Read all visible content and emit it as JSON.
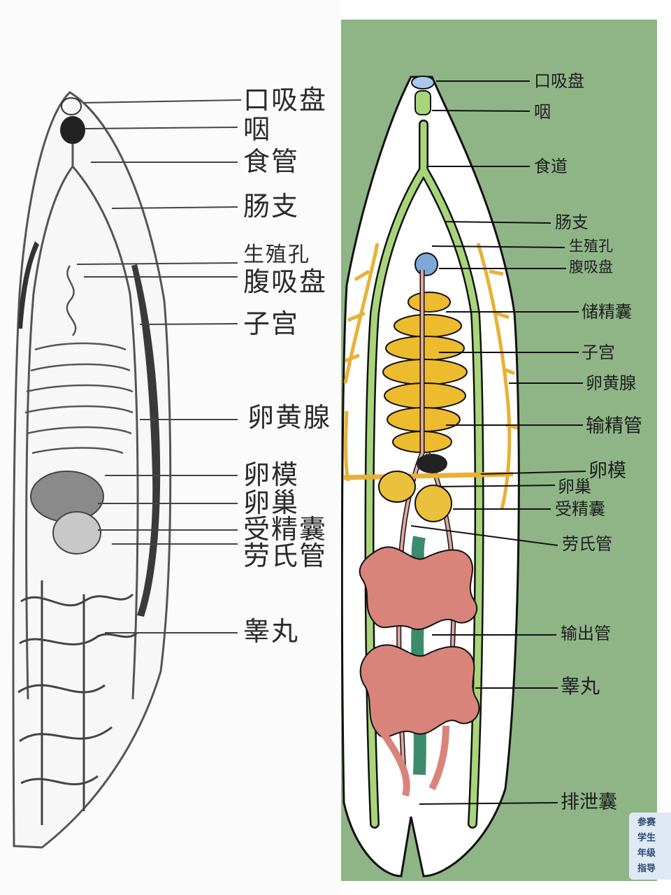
{
  "left_labels": [
    "口吸盘",
    "咽",
    "食管",
    "肠支",
    "生殖孔",
    "腹吸盘",
    "子宫",
    "卵黄腺",
    "卵模",
    "卵巢",
    "受精囊",
    "劳氏管",
    "睾丸"
  ],
  "right_labels": [
    "口吸盘",
    "咽",
    "食道",
    "肠支",
    "生殖孔",
    "腹吸盘",
    "储精囊",
    "子宫",
    "卵黄腺",
    "输精管",
    "卵模",
    "卵巢",
    "受精囊",
    "劳氏管",
    "输出管",
    "睾丸",
    "排泄囊"
  ],
  "card_lines": [
    "参赛",
    "学生",
    "年级",
    "指导"
  ],
  "colors": {
    "right_background": "#8fb587",
    "intestine": "#a9d57a",
    "vitellaria": "#e8b136",
    "uterus": "#edbb2e",
    "testis": "#d9847a",
    "seminal_duct": "#e0a7a3",
    "ovary": "#eac03c"
  }
}
